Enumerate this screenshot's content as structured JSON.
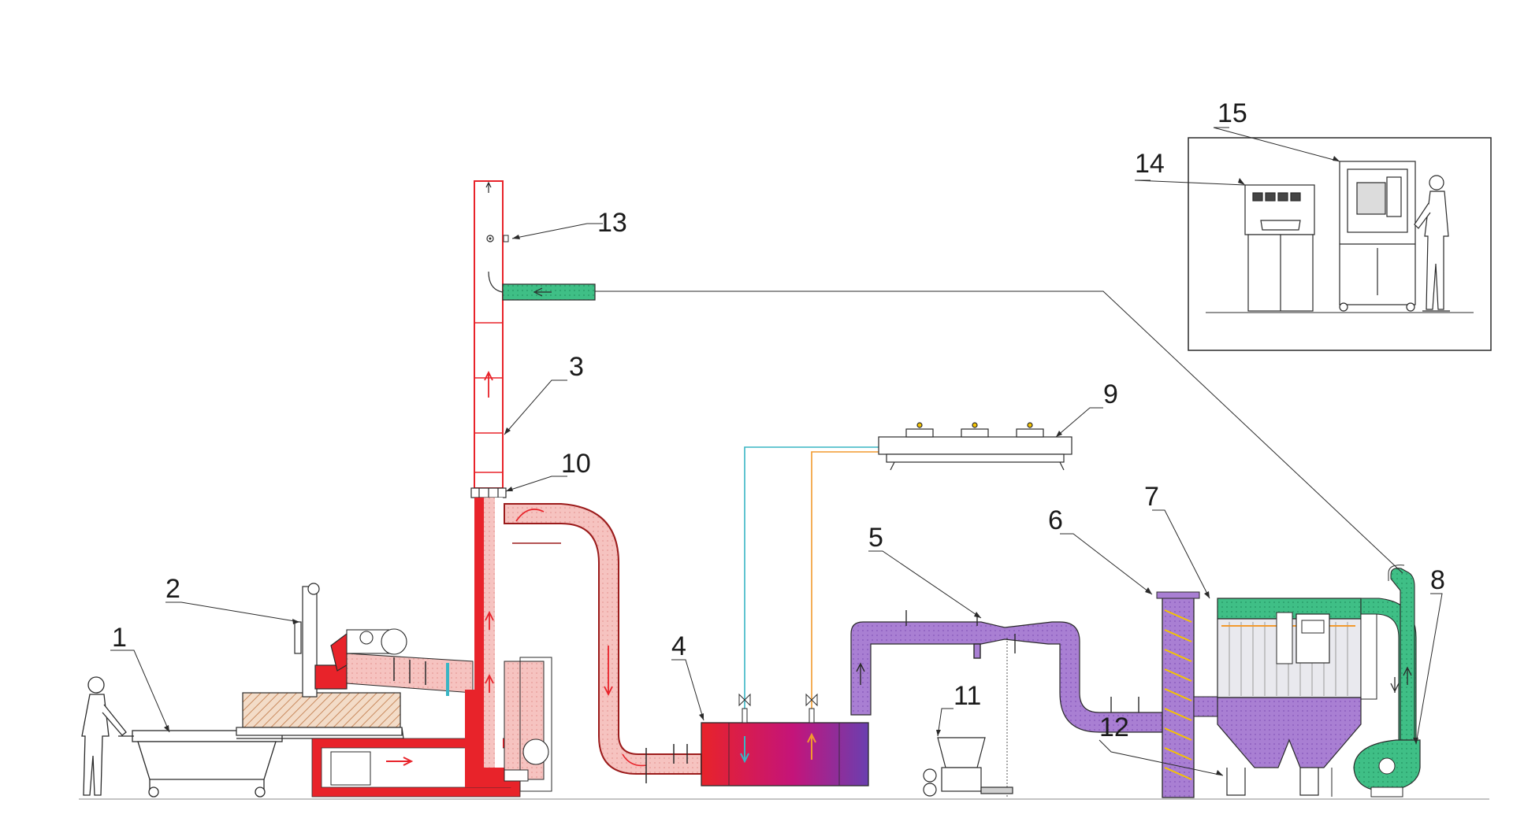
{
  "labels": {
    "n1": "1",
    "n2": "2",
    "n3": "3",
    "n4": "4",
    "n5": "5",
    "n6": "6",
    "n7": "7",
    "n8": "8",
    "n9": "9",
    "n10": "10",
    "n11": "11",
    "n12": "12",
    "n13": "13",
    "n14": "14",
    "n15": "15"
  },
  "colors": {
    "hot_gas": "#e8232a",
    "hot_gas_light": "#f6c3c0",
    "flue_dark": "#9b1b1b",
    "cooled_gas": "#a97fd3",
    "clean_air": "#3fbf86",
    "hot_water": "#f29a2e",
    "cold_water": "#39b5c4",
    "heat_exchanger_gradient": [
      "#e8232a",
      "#c4147a",
      "#6a3fb0"
    ]
  }
}
